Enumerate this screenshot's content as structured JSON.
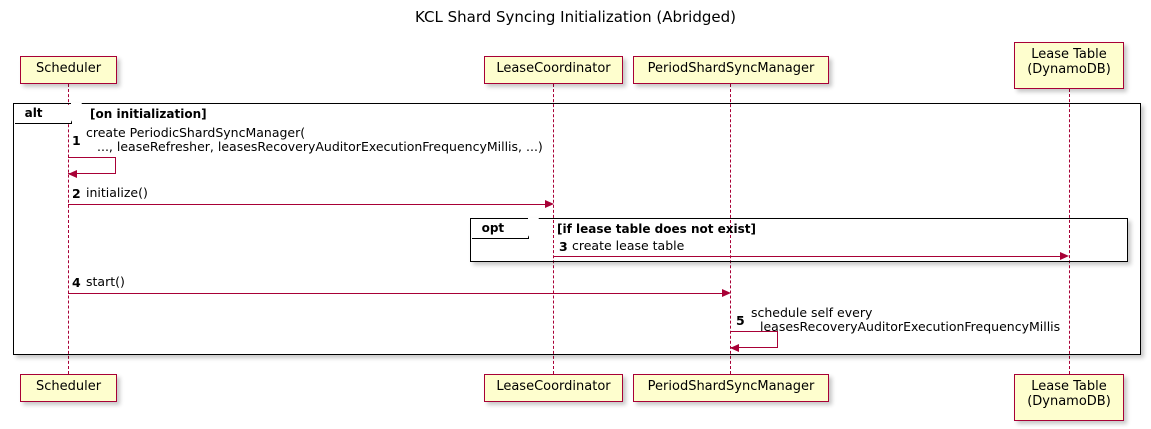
{
  "diagram": {
    "title": "KCL Shard Syncing Initialization (Abridged)",
    "type": "sequence-diagram",
    "colors": {
      "participant_fill": "#FEFECE",
      "participant_border": "#A80036",
      "arrow": "#A80036",
      "frame_border": "#000000",
      "background": "#FFFFFF"
    }
  },
  "participants": [
    {
      "id": "scheduler",
      "label_line1": "Scheduler",
      "label_line2": ""
    },
    {
      "id": "lease-coordinator",
      "label_line1": "LeaseCoordinator",
      "label_line2": ""
    },
    {
      "id": "period-shard-sync-manager",
      "label_line1": "PeriodShardSyncManager",
      "label_line2": ""
    },
    {
      "id": "lease-table",
      "label_line1": "Lease Table",
      "label_line2": "(DynamoDB)"
    }
  ],
  "fragments": [
    {
      "id": "alt",
      "operator": "alt",
      "guard": "[on initialization]"
    },
    {
      "id": "opt",
      "operator": "opt",
      "guard": "[if lease table does not exist]"
    }
  ],
  "messages": [
    {
      "number": "1",
      "from": "scheduler",
      "to": "scheduler",
      "kind": "self",
      "text_line1": "create PeriodicShardSyncManager(",
      "text_line2": "..., leaseRefresher, leasesRecoveryAuditorExecutionFrequencyMillis, ...)"
    },
    {
      "number": "2",
      "from": "scheduler",
      "to": "lease-coordinator",
      "kind": "call",
      "text_line1": "initialize()",
      "text_line2": ""
    },
    {
      "number": "3",
      "from": "lease-coordinator",
      "to": "lease-table",
      "kind": "call",
      "text_line1": "create lease table",
      "text_line2": ""
    },
    {
      "number": "4",
      "from": "scheduler",
      "to": "period-shard-sync-manager",
      "kind": "call",
      "text_line1": "start()",
      "text_line2": ""
    },
    {
      "number": "5",
      "from": "period-shard-sync-manager",
      "to": "period-shard-sync-manager",
      "kind": "self",
      "text_line1": "schedule self every",
      "text_line2": "leasesRecoveryAuditorExecutionFrequencyMillis"
    }
  ]
}
